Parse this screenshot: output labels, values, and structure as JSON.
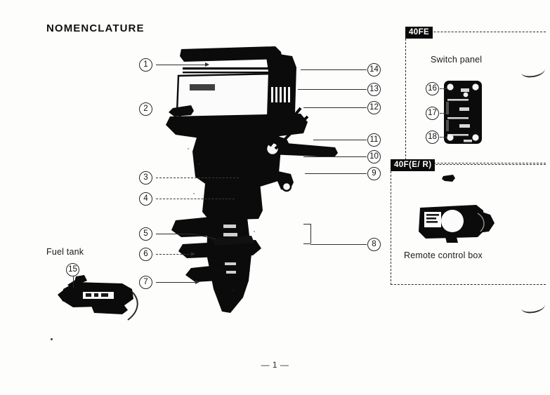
{
  "document": {
    "title": "NOMENCLATURE",
    "page_number": "— 1 —"
  },
  "labels": {
    "fuel_tank": "Fuel tank",
    "switch_panel": "Switch panel",
    "remote_control_box": "Remote control box"
  },
  "badges": {
    "switch_panel_model": "40FE",
    "remote_box_model": "40F(E/ R)"
  },
  "callouts": {
    "left": [
      {
        "number": "1"
      },
      {
        "number": "2"
      },
      {
        "number": "3"
      },
      {
        "number": "4"
      },
      {
        "number": "5"
      },
      {
        "number": "6"
      },
      {
        "number": "7"
      }
    ],
    "right": [
      {
        "number": "8"
      },
      {
        "number": "9"
      },
      {
        "number": "10"
      },
      {
        "number": "11"
      },
      {
        "number": "12"
      },
      {
        "number": "13"
      },
      {
        "number": "14"
      }
    ],
    "fuel_tank": [
      {
        "number": "15"
      }
    ],
    "switch_panel": [
      {
        "number": "16"
      },
      {
        "number": "17"
      },
      {
        "number": "18"
      }
    ]
  },
  "colors": {
    "ink": "#0a0a0a",
    "line": "#2d2d2d",
    "paper": "#fdfdfc"
  },
  "illustrations": {
    "outboard_motor": "outboard-motor-illustration",
    "fuel_tank": "fuel-tank-illustration",
    "switch_panel": "switch-panel-illustration",
    "remote_control_box": "remote-control-box-illustration"
  }
}
